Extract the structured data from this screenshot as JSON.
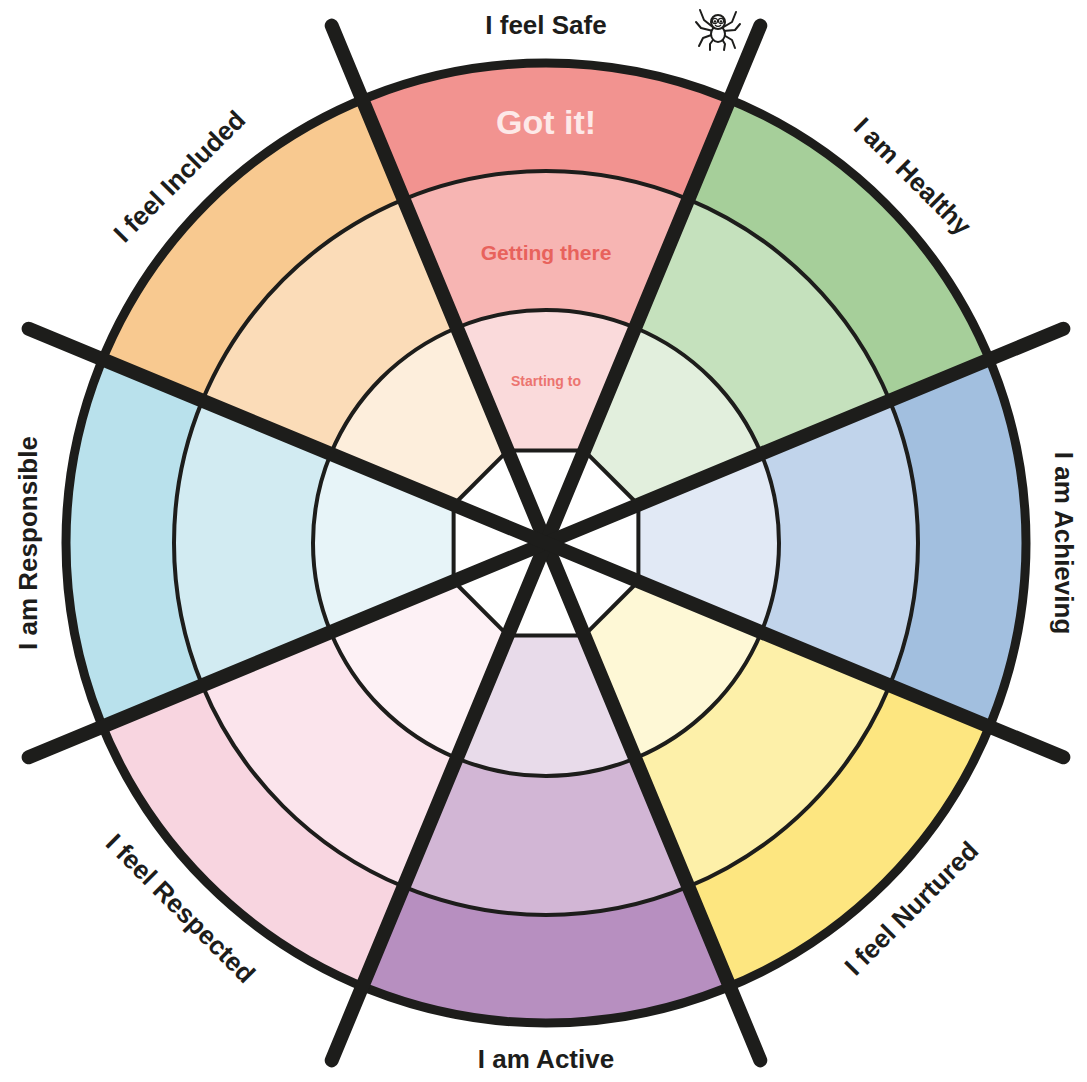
{
  "diagram": {
    "nodes": [
      {
        "text": [
          "I feel Safe"
        ]
      },
      {
        "text": [
          "Got it!"
        ],
        "in": 0
      },
      {
        "text": [
          "Getting there"
        ],
        "in": 0
      },
      {
        "text": [
          "Starting to"
        ],
        "in": 0
      },
      {
        "text": [
          "I am Healthy"
        ]
      },
      {
        "text": [
          "I am Achieving"
        ]
      },
      {
        "text": [
          "I feel Nurtured"
        ]
      },
      {
        "text": [
          "I am Active"
        ]
      },
      {
        "text": [
          "I feel Respected"
        ]
      },
      {
        "text": [
          "I am Responsible"
        ]
      },
      {
        "text": [
          "I feel Included"
        ]
      }
    ]
  }
}
